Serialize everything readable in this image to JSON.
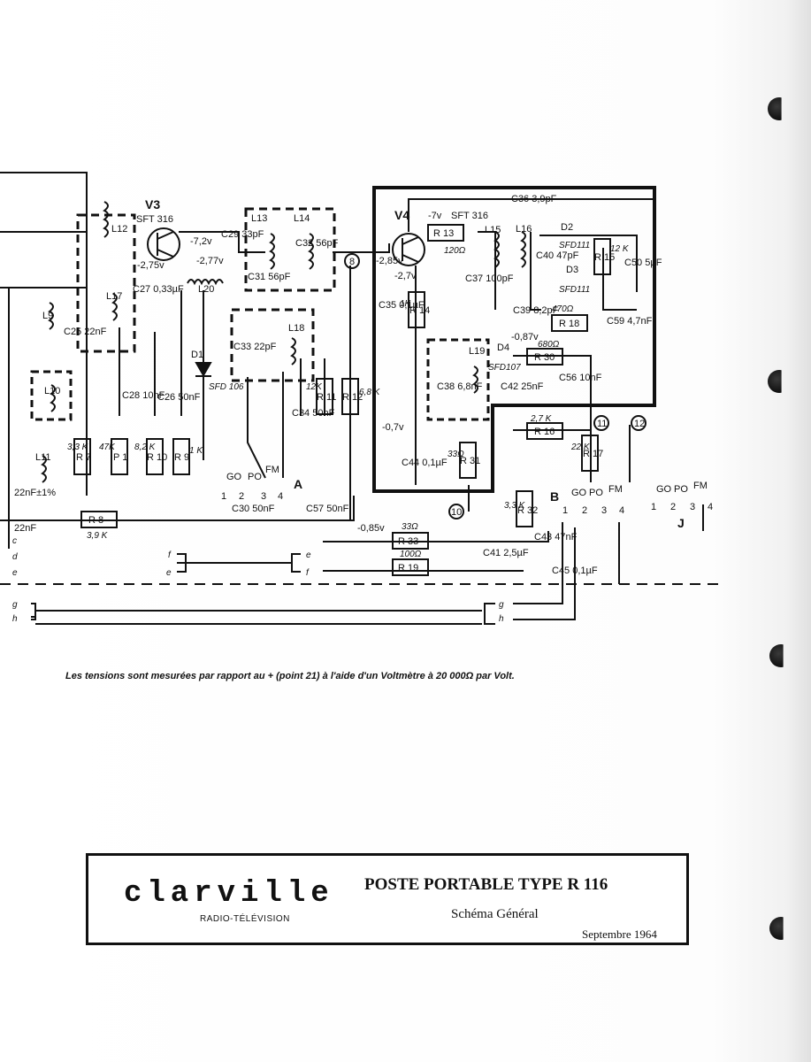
{
  "schematic": {
    "stage_v3": {
      "name": "V3",
      "part": "SFT 316",
      "voltages": [
        "-7,2v",
        "-2,75v",
        "-2,77v"
      ]
    },
    "stage_v4": {
      "name": "V4",
      "part": "SFT 316",
      "voltages": [
        "-7v",
        "-2,85v",
        "-2,7v"
      ]
    },
    "components": {
      "L12": "L12",
      "L13": "L13",
      "L14": "L14",
      "L15": "L15",
      "L16": "L16",
      "L17": "L17",
      "L18": "L18",
      "L19": "L19",
      "L20": "L20",
      "L9": "L9",
      "L10": "L10",
      "L11": "L11",
      "C29": "C29 33pF",
      "C31": "C31 56pF",
      "C32": "C32 56pF",
      "C36": "C36 3,9pF",
      "C25": "C25 22nF",
      "C27": "C27 0,33µF",
      "C28": "C28 10nF",
      "C26": "C26 50nF",
      "C33": "C33 22pF",
      "C34": "C34 50nF",
      "C35": "C35 0,1µF",
      "C37": "C37 100pF",
      "C38": "C38 6,8nF",
      "C40": "C40 47pF",
      "C50": "C50 5µF",
      "C39": "C39 8,2pF",
      "C59": "C59 4,7nF",
      "C42": "C42 25nF",
      "C56": "C56 10nF",
      "C44": "C44 0,1µF",
      "C30": "C30 50nF",
      "C57": "C57 50nF",
      "C41": "C41 2,5µF",
      "C43": "C43 47nF",
      "C45": "C45 0,1µF",
      "R7": "R 7",
      "R7_val": "3,3 K",
      "P1": "P 1",
      "P1_val": "47K",
      "R10": "R 10",
      "R10_val": "8,2 K",
      "R9": "R 9",
      "R9_val": "1 K",
      "R11": "R 11",
      "R11_val": "12K",
      "R12": "R 12",
      "R12_val": "6,8 K",
      "R8": "R 8",
      "R8_val": "3,9 K",
      "R13": "R 13",
      "R13_val": "120Ω",
      "R14": "R 14",
      "R14_val": "1K",
      "R15": "R 15",
      "R15_val": "12 K",
      "R18": "R 18",
      "R18_val": "470Ω",
      "R30": "R 30",
      "R30_val": "680Ω",
      "R16": "R 16",
      "R16_val": "2,7 K",
      "R17": "R 17",
      "R17_val": "22 K",
      "R31": "R 31",
      "R31_val": "33Ω",
      "R32": "R 32",
      "R32_val": "3,3 K",
      "R33": "R 33",
      "R33_val": "33Ω",
      "R19": "R 19",
      "R19_val": "100Ω",
      "D1": "D1",
      "D1_type": "SFD 106",
      "D2": "D2",
      "D2_type": "SFD111",
      "D3": "D3",
      "D3_type": "SFD111",
      "D4": "D4",
      "D4_type": "SFD107",
      "v_087": "-0,87v",
      "v_07": "-0,7v",
      "v_085": "-0,85v",
      "c22_lbl": "22nF±1%",
      "c22b_lbl": "22nF"
    },
    "nodes": [
      "8",
      "10",
      "11",
      "12"
    ],
    "switch_a": {
      "label": "A",
      "positions": [
        "GO",
        "PO",
        "FM"
      ],
      "numbers": [
        "1",
        "2",
        "3",
        "4"
      ]
    },
    "switch_b": {
      "label": "B",
      "positions": [
        "GO",
        "PO",
        "FM"
      ],
      "numbers": [
        "1",
        "2",
        "3",
        "4"
      ]
    },
    "switch_j": {
      "label": "J",
      "positions": [
        "GO",
        "PO",
        "FM"
      ],
      "numbers": [
        "1",
        "2",
        "3",
        "4"
      ]
    },
    "bus_left": [
      "c",
      "d",
      "e",
      "g",
      "h"
    ],
    "bus_f": [
      "f",
      "e"
    ],
    "bus_mid": [
      "e",
      "f"
    ],
    "bus_right": [
      "g",
      "h"
    ]
  },
  "note": "Les tensions sont mesurées par rapport au + (point 21) à l'aide d'un Voltmètre à 20 000Ω par Volt.",
  "title_block": {
    "brand": "clarville",
    "brand_subtitle": "RADIO-TÉLÉVISION",
    "title": "POSTE PORTABLE TYPE R 116",
    "subtitle": "Schéma Général",
    "date": "Septembre 1964"
  }
}
